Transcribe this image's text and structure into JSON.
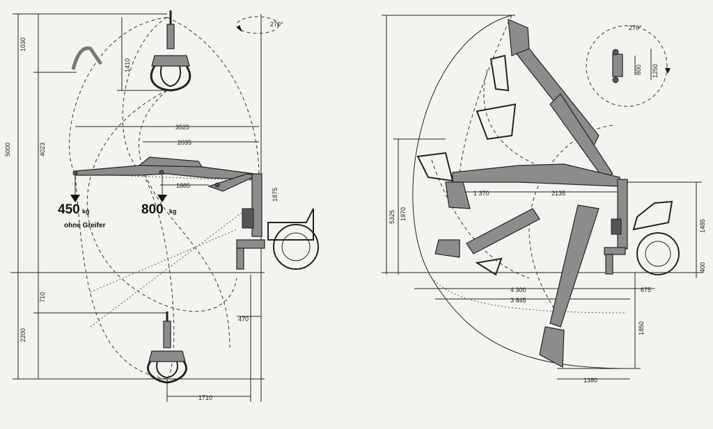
{
  "left": {
    "rotation_label": "270°",
    "dims": {
      "d1030": "1030",
      "d5000": "5000",
      "d4023": "4023",
      "d1410": "1410",
      "d3525": "3525",
      "d2035": "2035",
      "d1885": "1885",
      "d1875": "1875",
      "d710": "710",
      "d2200": "2200",
      "d470": "470",
      "d1710": "1710"
    },
    "loads": [
      {
        "value": "450",
        "unit": "kg"
      },
      {
        "value": "800",
        "unit": "kg"
      }
    ],
    "note": "ohne Greifer"
  },
  "right": {
    "rotation_label": "270°",
    "dims": {
      "d800": "800",
      "d1250": "1250",
      "d5325": "5325",
      "d1970": "1970",
      "d1370": "1 370",
      "d2135": "2135",
      "d1485": "1485",
      "d400": "400",
      "d4300": "4 300",
      "d3845": "3 845",
      "d675": "675",
      "d1850": "1850",
      "d1380": "1380"
    }
  }
}
